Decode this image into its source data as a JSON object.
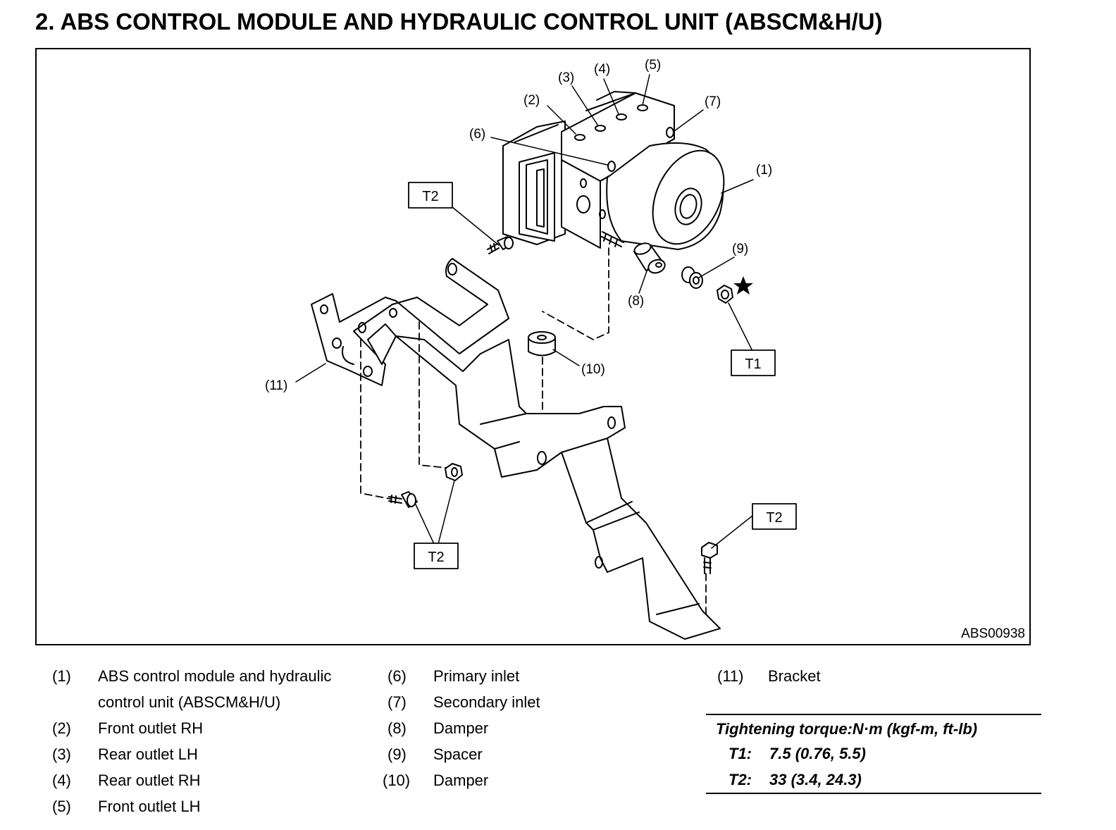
{
  "title": "2.  ABS CONTROL MODULE AND HYDRAULIC CONTROL UNIT (ABSCM&H/U)",
  "diagram_id": "ABS00938",
  "callouts": {
    "c1": "(1)",
    "c2": "(2)",
    "c3": "(3)",
    "c4": "(4)",
    "c5": "(5)",
    "c6": "(6)",
    "c7": "(7)",
    "c8": "(8)",
    "c9": "(9)",
    "c10": "(10)",
    "c11": "(11)"
  },
  "torque_tags": {
    "t1": "T1",
    "t2": "T2"
  },
  "legend": {
    "col1": [
      {
        "num": "(1)",
        "line1": "ABS control module and hydraulic",
        "line2": "control unit (ABSCM&H/U)"
      },
      {
        "num": "(2)",
        "text": "Front outlet RH"
      },
      {
        "num": "(3)",
        "text": "Rear outlet LH"
      },
      {
        "num": "(4)",
        "text": "Rear outlet RH"
      },
      {
        "num": "(5)",
        "text": "Front outlet LH"
      }
    ],
    "col2": [
      {
        "num": "(6)",
        "text": "Primary inlet"
      },
      {
        "num": "(7)",
        "text": "Secondary inlet"
      },
      {
        "num": "(8)",
        "text": "Damper"
      },
      {
        "num": "(9)",
        "text": "Spacer"
      },
      {
        "num": "(10)",
        "text": "Damper"
      }
    ],
    "col3": [
      {
        "num": "(11)",
        "text": "Bracket"
      }
    ]
  },
  "torque_table": {
    "header": "Tightening torque:N·m (kgf-m, ft-lb)",
    "rows": [
      {
        "key": "T1:",
        "value": "7.5 (0.76, 5.5)"
      },
      {
        "key": "T2:",
        "value": "33 (3.4, 24.3)"
      }
    ]
  }
}
